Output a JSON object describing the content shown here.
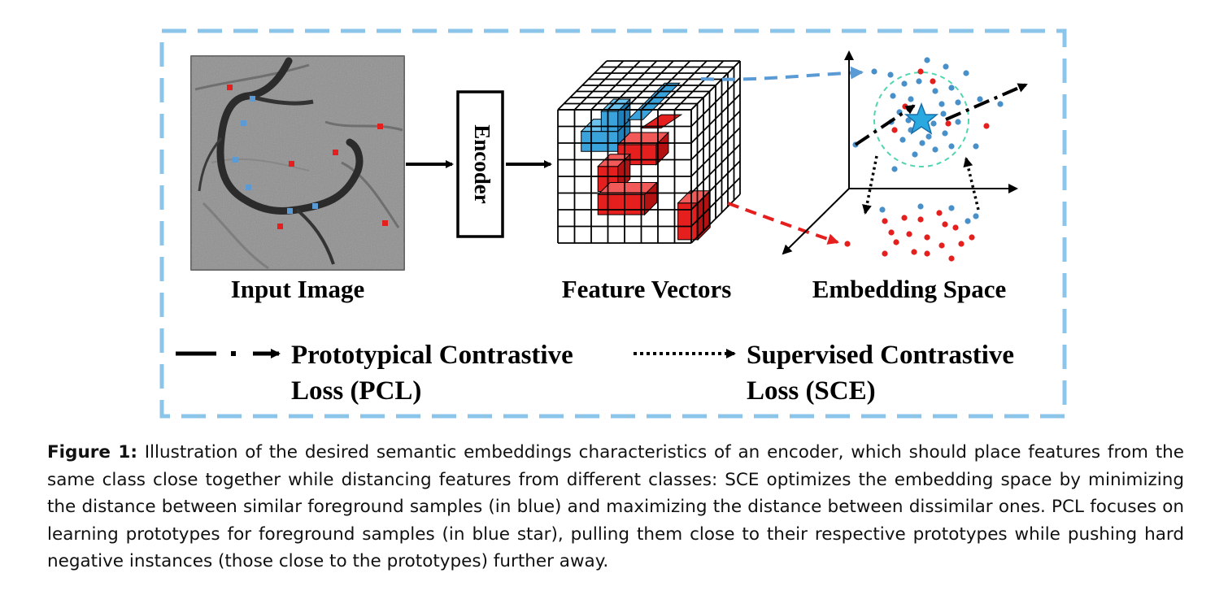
{
  "figure": {
    "panels": {
      "input_image": "Input Image",
      "encoder": "Encoder",
      "feature_vectors": "Feature Vectors",
      "embedding_space": "Embedding Space"
    },
    "legend": [
      {
        "name": "pcl",
        "line1": "Prototypical Contrastive",
        "line2": "Loss (PCL)",
        "style": "dash-dot"
      },
      {
        "name": "sce",
        "line1": "Supervised Contrastive",
        "line2": "Loss (SCE)",
        "style": "dotted"
      }
    ],
    "colors": {
      "frame": "#8cc5ea",
      "foreground": "#3b8fd4",
      "background": "#e51e1e",
      "prototype_star": "#2aa8e0",
      "cluster_circle": "#4fd6b0",
      "arrow_blue": "#5b9bd5"
    }
  },
  "caption": {
    "label": "Figure 1:",
    "text": " Illustration of the desired semantic embeddings characteristics of an encoder, which should place features from the same class close together while distancing features from different classes: SCE optimizes the embedding space by minimizing the distance between similar foreground samples (in blue) and maximizing the distance between dissimilar ones. PCL focuses on learning prototypes for foreground samples (in blue star), pulling them close to their respective prototypes while pushing hard negative instances (those close to the prototypes) further away."
  }
}
